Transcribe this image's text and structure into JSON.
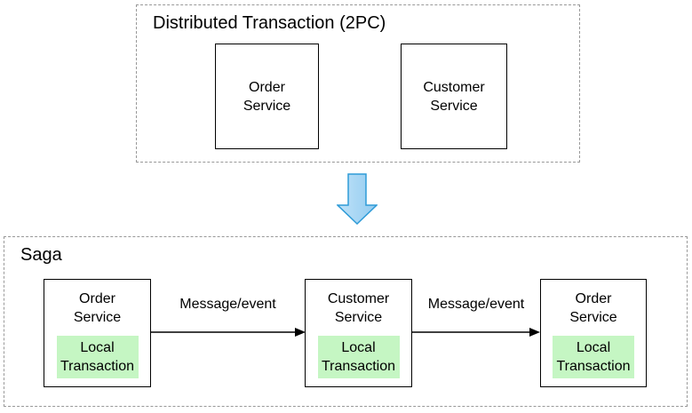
{
  "colors": {
    "canvas_bg": "#ffffff",
    "text_color": "#000000",
    "box_border": "#000000",
    "dashed_border": "#999999",
    "local_transaction_bg": "#c5f6c3",
    "down_arrow_fill_light": "#bfe2f8",
    "down_arrow_fill": "#92cbf0",
    "down_arrow_stroke": "#2f9bd7"
  },
  "icons": {
    "down_arrow_icon": "thick-blue-down-arrow",
    "flow_arrow_icon": "right-arrow"
  },
  "top_container": {
    "title": "Distributed Transaction (2PC)",
    "boxes": [
      {
        "label": "Order\nService"
      },
      {
        "label": "Customer\nService"
      }
    ]
  },
  "saga_container": {
    "title": "Saga",
    "boxes": [
      {
        "label": "Order\nService",
        "inner_label": "Local\nTransaction"
      },
      {
        "label": "Customer\nService",
        "inner_label": "Local\nTransaction"
      },
      {
        "label": "Order\nService",
        "inner_label": "Local\nTransaction"
      }
    ],
    "arrows": [
      {
        "label": "Message/event"
      },
      {
        "label": "Message/event"
      }
    ]
  }
}
